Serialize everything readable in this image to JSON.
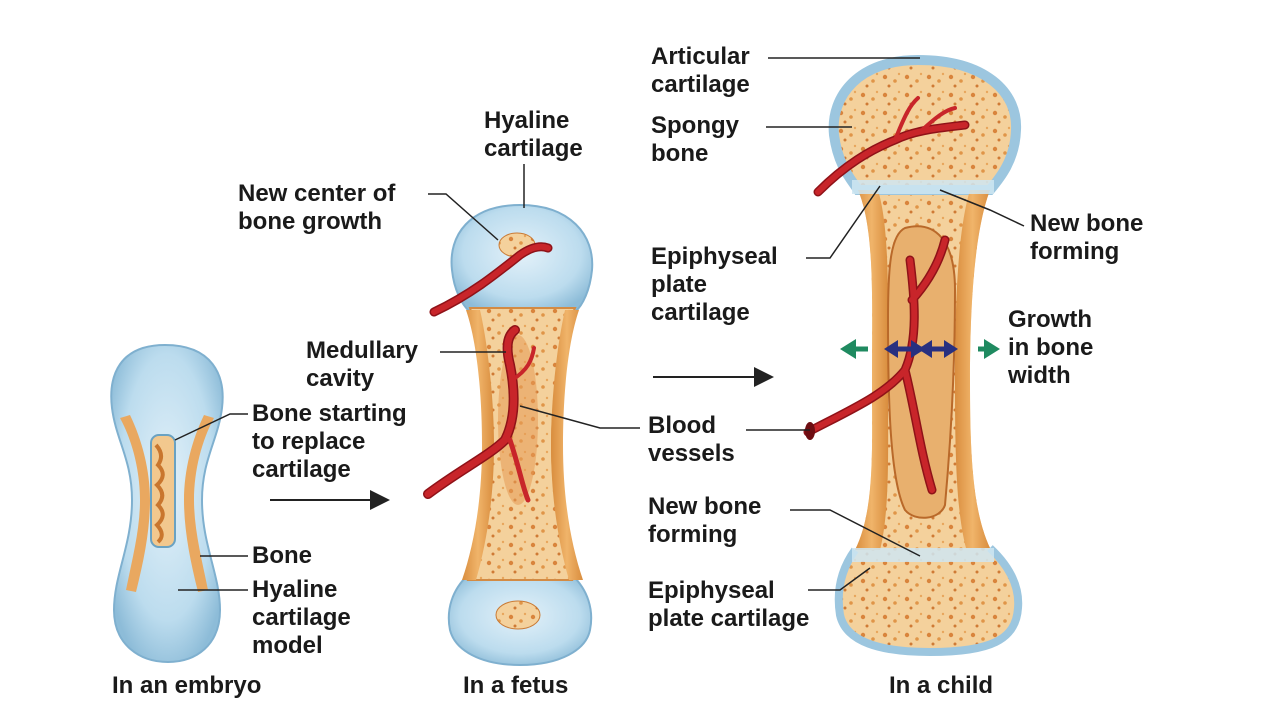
{
  "colors": {
    "cartilage": "#bcdcee",
    "cartilage_edge": "#8dbcd8",
    "bone": "#f0c48a",
    "bone_light": "#f7dcae",
    "bone_dark": "#e3a55f",
    "vessel": "#c8252a",
    "vessel_dark": "#8f1218",
    "arrow_green": "#1f8a60",
    "arrow_navy": "#283080",
    "leader": "#222222"
  },
  "stages": {
    "embryo": {
      "caption": "In an embryo"
    },
    "fetus": {
      "caption": "In a fetus"
    },
    "child": {
      "caption": "In a child"
    }
  },
  "labels": {
    "bone_starting": "Bone starting\nto replace\ncartilage",
    "bone": "Bone",
    "hyaline_model": "Hyaline\ncartilage\nmodel",
    "new_center": "New center of\nbone growth",
    "hyaline_cartilage": "Hyaline\ncartilage",
    "medullary_cavity": "Medullary\ncavity",
    "blood_vessels": "Blood\nvessels",
    "articular_cartilage": "Articular\ncartilage",
    "spongy_bone": "Spongy\nbone",
    "epiphyseal_plate_top": "Epiphyseal\nplate\ncartilage",
    "new_bone_forming_right": "New bone\nforming",
    "growth_width": "Growth\nin bone\nwidth",
    "new_bone_forming_lower": "New bone\nforming",
    "epiphyseal_plate_bottom": "Epiphyseal\nplate cartilage"
  }
}
